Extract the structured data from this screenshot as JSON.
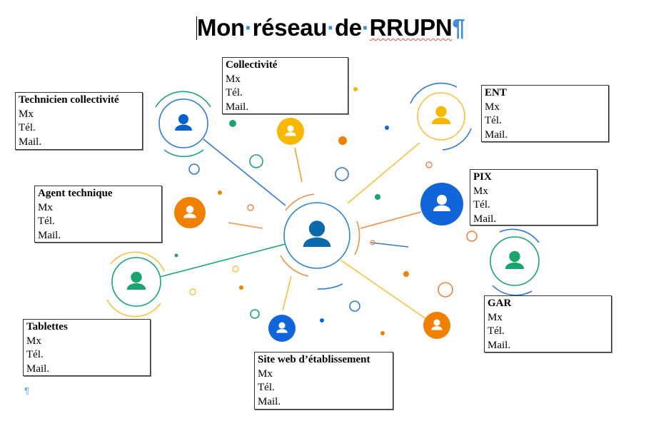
{
  "document": {
    "title_words": [
      "Mon",
      "réseau",
      "de",
      "RRUPN"
    ],
    "space_mark": "·",
    "paragraph_mark": "¶"
  },
  "contacts": [
    {
      "name": "Collectivité",
      "mx": "Mx",
      "tel": "Tél.",
      "mail": "Mail."
    },
    {
      "name": "Technicien collectivité",
      "mx": "Mx",
      "tel": "Tél.",
      "mail": "Mail."
    },
    {
      "name": "ENT",
      "mx": "Mx",
      "tel": "Tél.",
      "mail": "Mail."
    },
    {
      "name": "PIX",
      "mx": "Mx",
      "tel": "Tél.",
      "mail": "Mail."
    },
    {
      "name": "Agent technique",
      "mx": "Mx",
      "tel": "Tél.",
      "mail": "Mail."
    },
    {
      "name": "GAR",
      "mx": "Mx",
      "tel": "Tél.",
      "mail": "Mail."
    },
    {
      "name": "Tablettes",
      "mx": "Mx",
      "tel": "Tél.",
      "mail": "Mail."
    },
    {
      "name": "Site web d’établissement",
      "mx": "Mx",
      "tel": "Tél.",
      "mail": "Mail."
    }
  ],
  "colors": {
    "blue": "#1f6fd6",
    "dark_blue": "#0a6aad",
    "orange": "#f08020",
    "yellow": "#f8b700",
    "green": "#1aa56f",
    "paragraph_mark": "#3c8ddb"
  }
}
